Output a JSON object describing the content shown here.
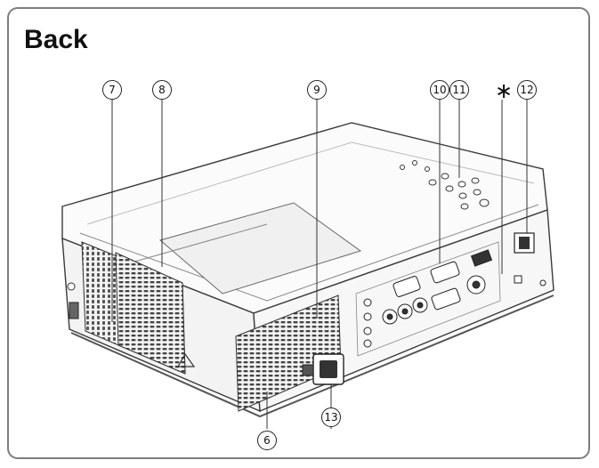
{
  "heading": "Back",
  "callouts": {
    "c7": "7",
    "c8": "8",
    "c9": "9",
    "c10": "10",
    "c11": "11",
    "c12": "12",
    "c6": "6",
    "c13": "13",
    "star": "∗"
  },
  "colors": {
    "frame": "#7d7d7d",
    "line": "#3a3a3a",
    "vent": "#4a4a4a"
  }
}
